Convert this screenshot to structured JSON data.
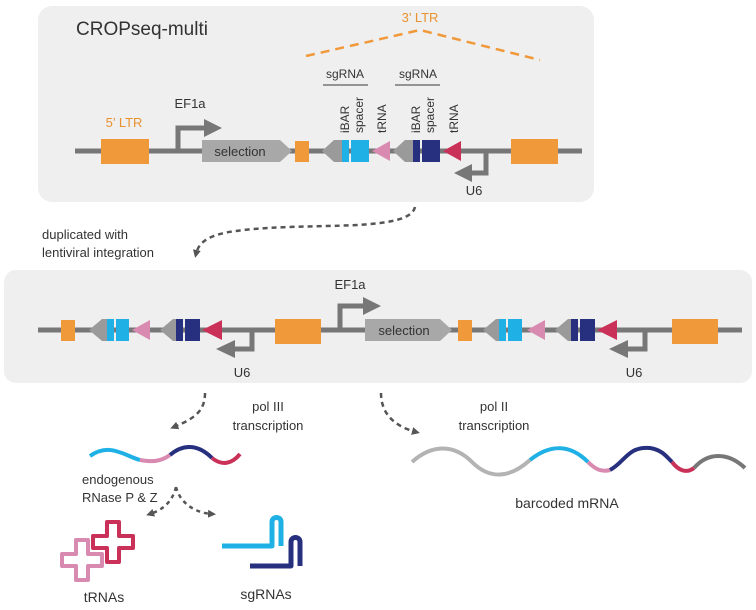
{
  "title": "CROPseq-multi",
  "labels": {
    "ltr5": "5’ LTR",
    "ltr3": "3’ LTR",
    "ef1a": "EF1a",
    "selection": "selection",
    "u6": "U6",
    "sgrna": "sgRNA",
    "ibar": "iBAR",
    "spacer": "spacer",
    "trna": "tRNA",
    "dup_line1": "duplicated with",
    "dup_line2": "lentiviral integration",
    "pol3_line1": "pol III",
    "pol3_line2": "transcription",
    "pol2_line1": "pol II",
    "pol2_line2": "transcription",
    "rnase_line1": "endogenous",
    "rnase_line2": "RNase P & Z",
    "trnas": "tRNAs",
    "sgrnas": "sgRNAs",
    "mrna": "barcoded mRNA"
  },
  "colors": {
    "panel": "#efefef",
    "backbone": "#777777",
    "ltr": "#f0993a",
    "ltr_text": "#e8922f",
    "arrow": "#777777",
    "selection": "#a8a8a8",
    "grey_element": "#9a9a9a",
    "light_blue": "#1fb1e6",
    "dark_blue": "#27307f",
    "pink": "#d98ab0",
    "magenta": "#c93158",
    "grey_rna": "#b3b3b3"
  }
}
